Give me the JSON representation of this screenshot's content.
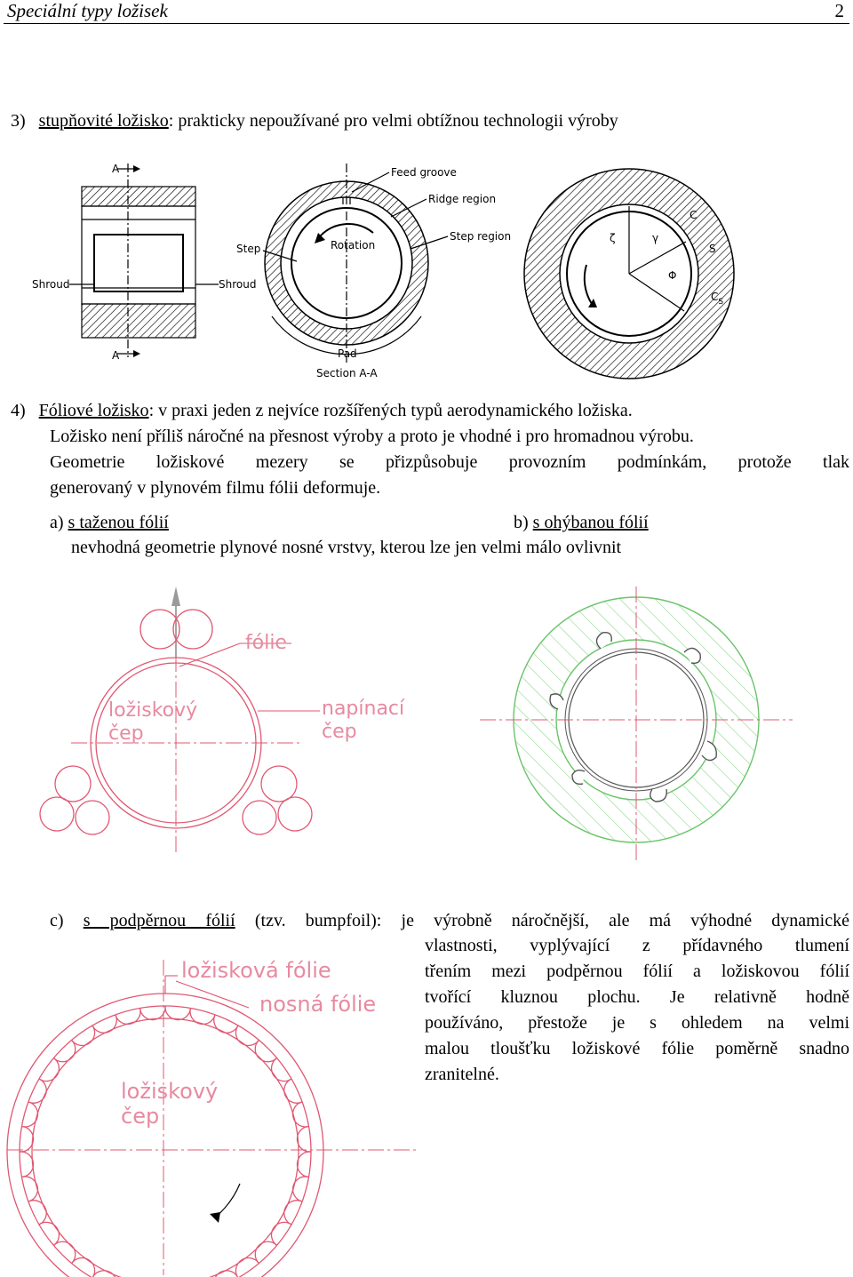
{
  "header": {
    "title": "Speciální typy ložisek",
    "page_number": "2"
  },
  "section3": {
    "number": "3)",
    "term": "stupňovité ložisko",
    "rest": ": prakticky nepoužívané pro velmi obtížnou technologii výroby"
  },
  "fig1": {
    "labels": {
      "a_top": "A",
      "a_bottom": "A",
      "shroud_left": "Shroud",
      "shroud_right": "Shroud",
      "step": "Step",
      "feed_groove": "Feed groove",
      "ridge_region": "Ridge region",
      "step_region": "Step region",
      "rotation": "Rotation",
      "pad": "Pad",
      "section": "Section A-A",
      "zeta": "ζ",
      "gamma": "γ",
      "phi": "Φ",
      "c": "C",
      "s": "S",
      "cs": "C",
      "cs_sub": "S"
    }
  },
  "section4": {
    "number": "4)",
    "term": "Fóliové ložisko",
    "line1_rest": ": v praxi jeden z nejvíce rozšířených typů aerodynamického ložiska.",
    "line2": "Ložisko není příliš náročné na přesnost výroby a proto je vhodné i pro hromadnou výrobu.",
    "line3": "Geometrie ložiskové mezery se přizpůsobuje provozním podmínkám, protože tlak",
    "line4": "generovaný v plynovém filmu fólii deformuje."
  },
  "variants": {
    "a_prefix": "a) ",
    "a_term": "s taženou fólií",
    "b_prefix": "b) ",
    "b_term": "s ohýbanou fólií",
    "note": "nevhodná geometrie plynové nosné vrstvy, kterou lze jen velmi málo ovlivnit"
  },
  "fig2": {
    "folie": "fólie",
    "loziskovy": "ložiskový",
    "cep": "čep",
    "napinaci": "napínací",
    "cep2": "čep"
  },
  "sectionC": {
    "prefix": "c) ",
    "term": "s podpěrnou fólií",
    "line1_rest": " (tzv. bumpfoil): je výrobně náročnější, ale má výhodné dynamické",
    "lines": [
      "vlastnosti, vyplývající z přídavného tlumení",
      "třením mezi podpěrnou fólií a ložiskovou fólií",
      "tvořící kluznou plochu. Je relativně hodně",
      "používáno, přestože je s ohledem na velmi",
      "malou tloušťku ložiskové fólie poměrně snadno",
      "zranitelné."
    ]
  },
  "fig3": {
    "loziskova_folie": "ložisková fólie",
    "nosna_folie": "nosná fólie",
    "loziskovy": "ložiskový",
    "cep": "čep"
  }
}
